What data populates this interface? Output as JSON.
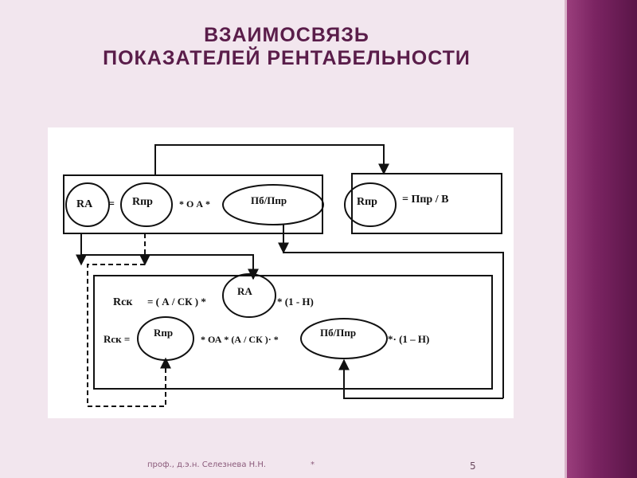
{
  "slide": {
    "title_line1": "ВЗАИМОСВЯЗЬ",
    "title_line2": "ПОКАЗАТЕЛЕЙ РЕНТАБЕЛЬНОСТИ",
    "footer_author": "проф., д.э.н. Селезнева Н.Н.",
    "footer_star": "*",
    "page_number": "5",
    "colors": {
      "background": "#f2e6ee",
      "accent_band": "#7b2462",
      "title": "#5a1d4a"
    }
  },
  "diagram": {
    "row1": {
      "ra": "RА",
      "eq": "=",
      "rpr": "Rпр",
      "mult_oa": "*  О А *",
      "pb_ppr": "Пб/Ппр",
      "rpr2": "Rпр",
      "eq_ppr_v": "= Ппр / В"
    },
    "row2": {
      "rsk": "Rск",
      "eq_a_sk": "= ( А / СК ) *",
      "ra": "RА",
      "mult_1_n": "*    (1 - Н)"
    },
    "row3": {
      "rsk_eq": "Rск =",
      "rpr": "Rпр",
      "mult_oa_a_sk": "* ОА * (А / СК )· *",
      "pb_ppr": "Пб/Ппр",
      "mult_1_n": "*· (1 – Н)"
    }
  }
}
